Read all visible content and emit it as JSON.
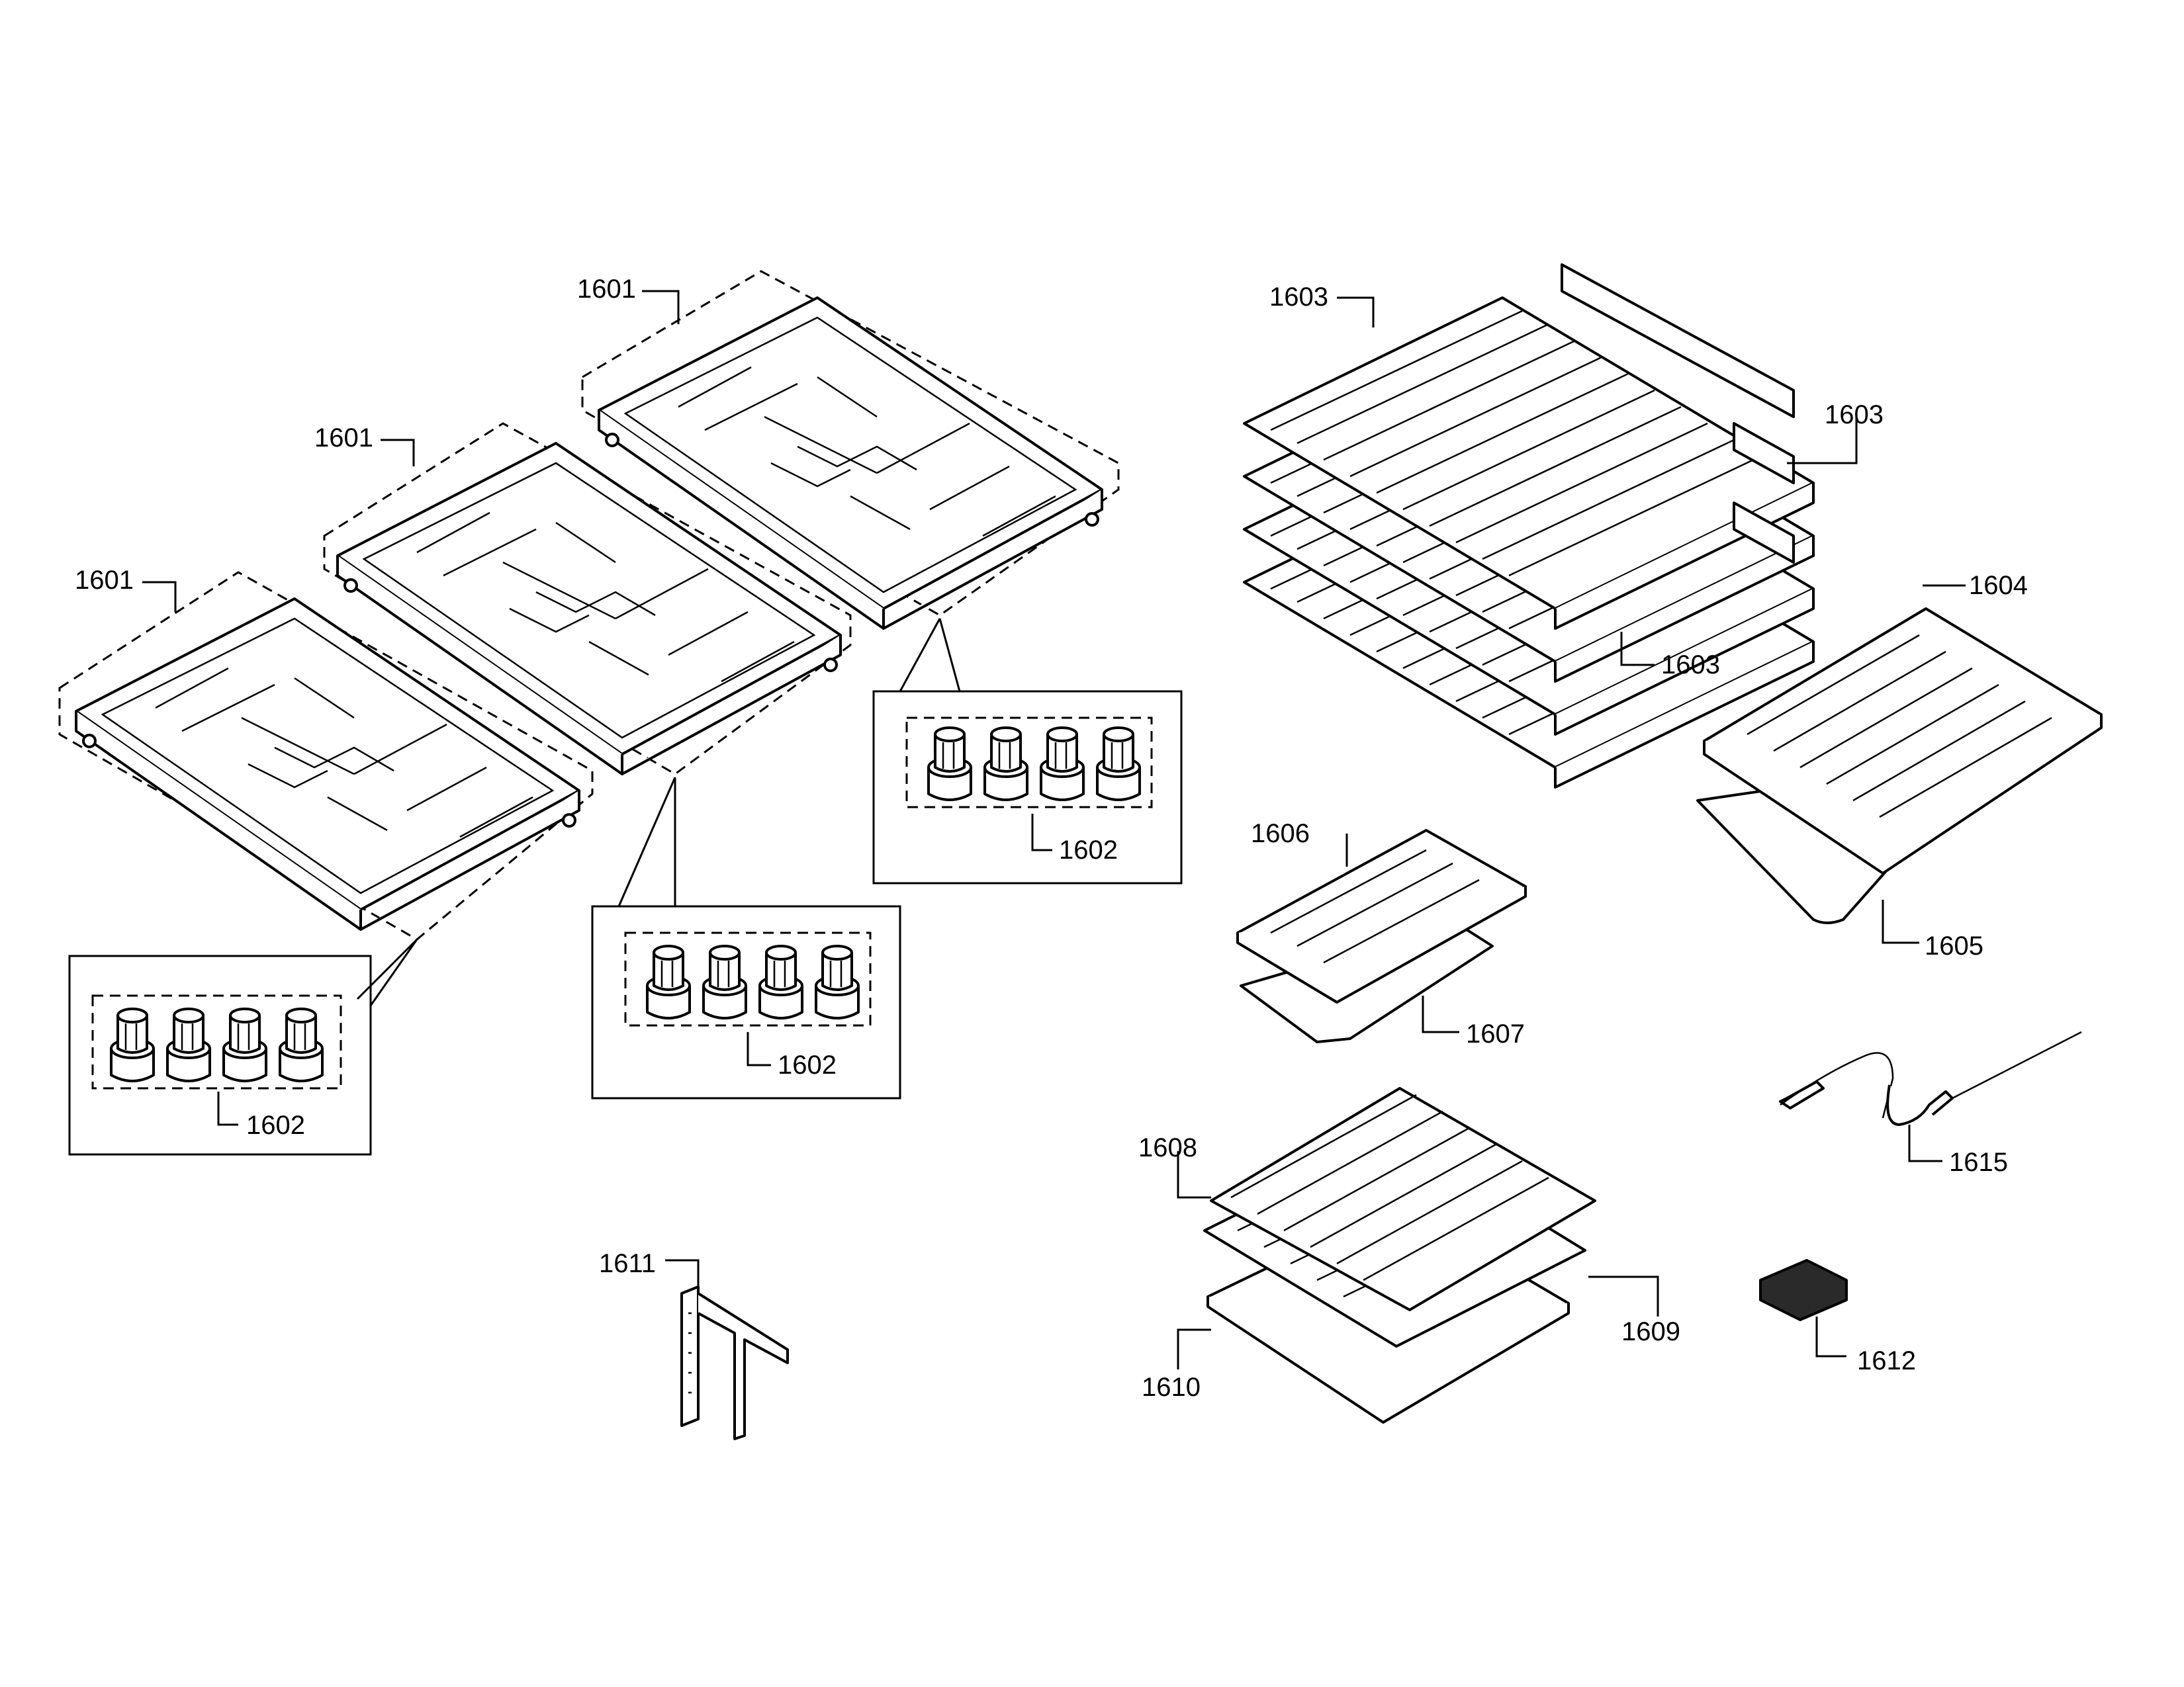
{
  "callouts": {
    "c1601a": "1601",
    "c1601b": "1601",
    "c1601c": "1601",
    "c1602a": "1602",
    "c1602b": "1602",
    "c1602c": "1602",
    "c1603a": "1603",
    "c1603b": "1603",
    "c1603c": "1603",
    "c1604": "1604",
    "c1605": "1605",
    "c1606": "1606",
    "c1607": "1607",
    "c1608": "1608",
    "c1609": "1609",
    "c1610": "1610",
    "c1611": "1611",
    "c1612": "1612",
    "c1615": "1615"
  }
}
